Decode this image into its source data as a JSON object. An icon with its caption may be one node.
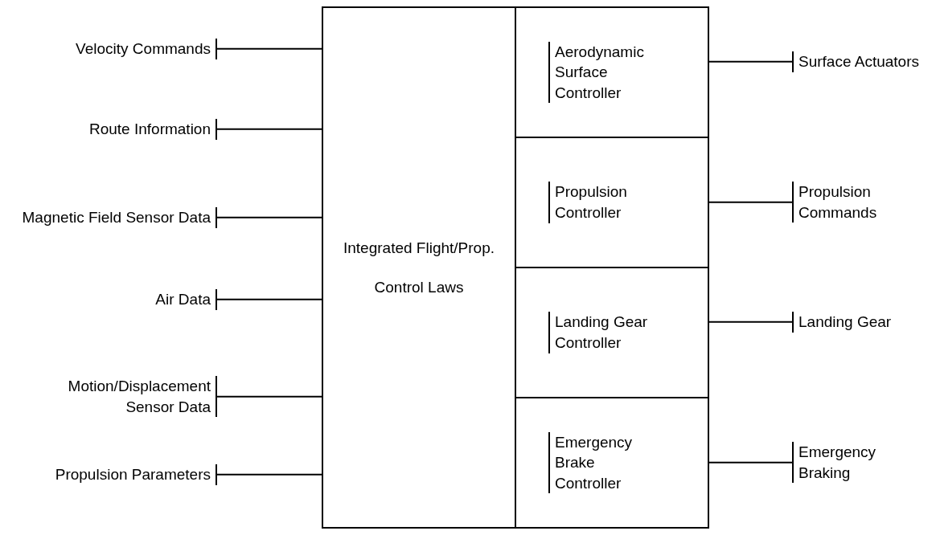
{
  "diagram": {
    "nodes": [
      {
        "text": [
          "Velocity Commands"
        ]
      },
      {
        "text": [
          "Route Information"
        ]
      },
      {
        "text": [
          "Magnetic Field Sensor Data"
        ]
      },
      {
        "text": [
          "Air Data"
        ]
      },
      {
        "text": [
          "Motion/Displacement Sensor Data"
        ]
      },
      {
        "text": [
          "Propulsion Parameters"
        ]
      },
      {
        "text": [
          "Integrated Flight/Prop. Control Laws"
        ]
      },
      {
        "text": [
          "Aerodynamic Surface Controller"
        ]
      },
      {
        "text": [
          "Propulsion Controller"
        ]
      },
      {
        "text": [
          "Landing Gear Controller"
        ]
      },
      {
        "text": [
          "Emergency Brake Controller"
        ]
      },
      {
        "text": [
          "Surface Actuators"
        ]
      },
      {
        "text": [
          "Propulsion Commands"
        ]
      },
      {
        "text": [
          "Landing Gear"
        ]
      },
      {
        "text": [
          "Emergency Braking"
        ]
      }
    ],
    "edges": [
      {
        "from": 0,
        "to": 6,
        "arrow": "none"
      },
      {
        "from": 1,
        "to": 6,
        "arrow": "none"
      },
      {
        "from": 2,
        "to": 6,
        "arrow": "none"
      },
      {
        "from": 3,
        "to": 6,
        "arrow": "none"
      },
      {
        "from": 4,
        "to": 6,
        "arrow": "none"
      },
      {
        "from": 5,
        "to": 6,
        "arrow": "none"
      },
      {
        "from": 7,
        "to": 11,
        "arrow": "none"
      },
      {
        "from": 8,
        "to": 12,
        "arrow": "none"
      },
      {
        "from": 9,
        "to": 13,
        "arrow": "none"
      },
      {
        "from": 10,
        "to": 14,
        "arrow": "none"
      }
    ]
  }
}
